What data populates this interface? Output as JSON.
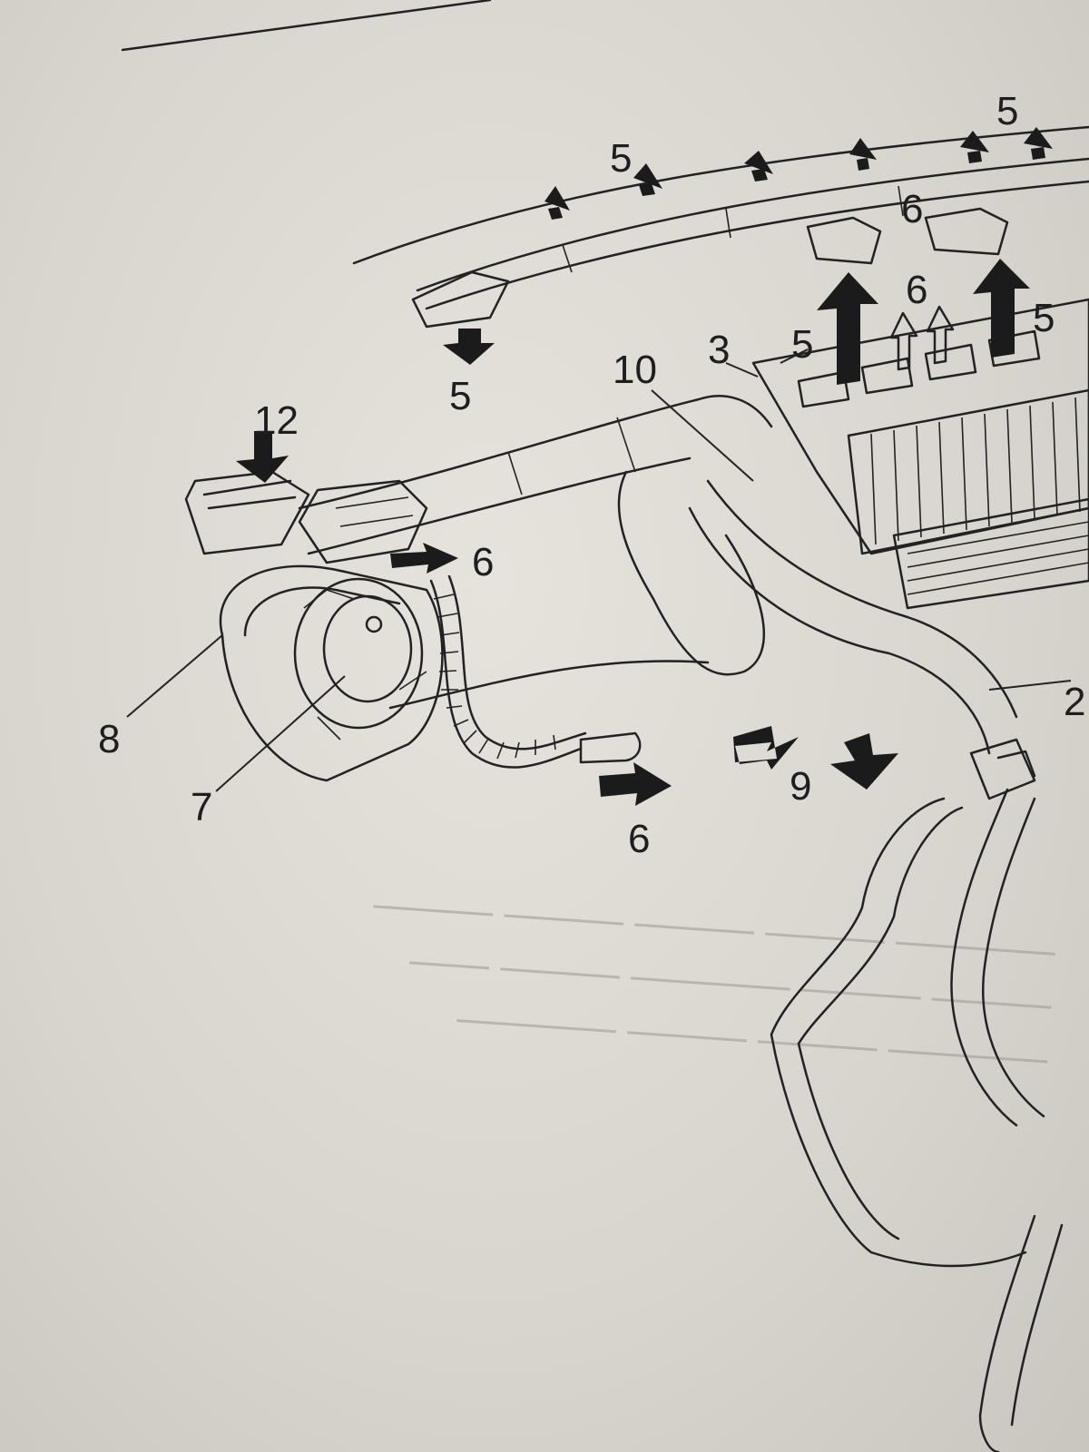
{
  "diagram": {
    "line_color": "#222222",
    "paper_color": "#e2dfd8"
  },
  "callouts": [
    {
      "text": "5"
    },
    {
      "text": "5"
    },
    {
      "text": "6"
    },
    {
      "text": "6"
    },
    {
      "text": "5"
    },
    {
      "text": "5"
    },
    {
      "text": "3"
    },
    {
      "text": "10"
    },
    {
      "text": "5"
    },
    {
      "text": "12"
    },
    {
      "text": "6"
    },
    {
      "text": "2"
    },
    {
      "text": "8"
    },
    {
      "text": "9"
    },
    {
      "text": "7"
    },
    {
      "text": "6"
    }
  ]
}
